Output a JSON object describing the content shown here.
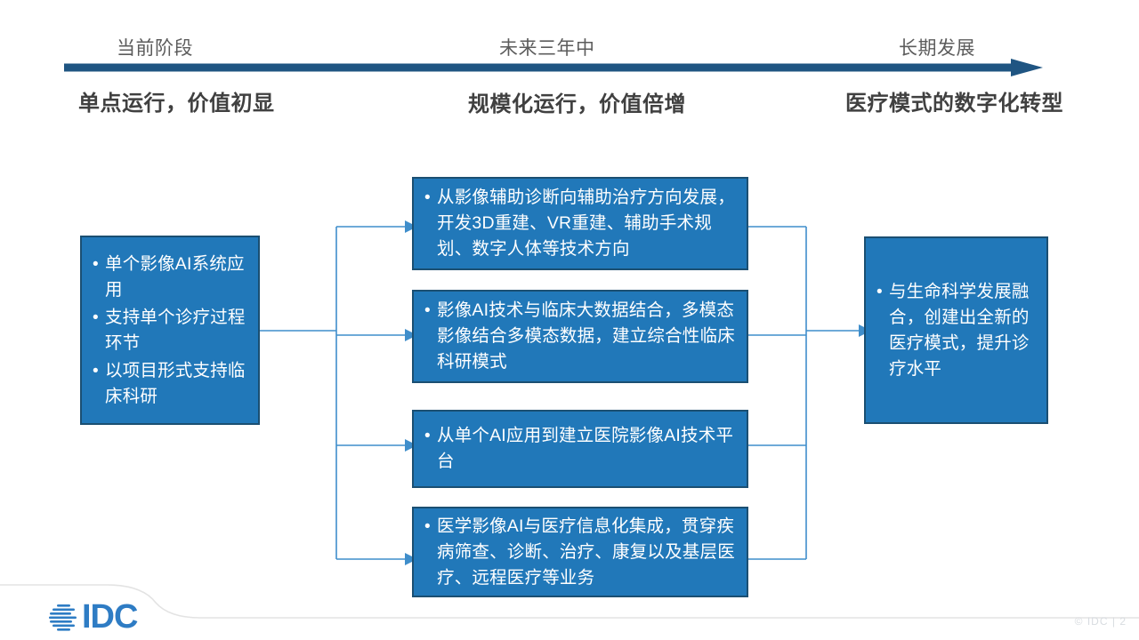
{
  "slide": {
    "page_number": "2",
    "credit": "© IDC |",
    "logo_text": "IDC"
  },
  "timeline": {
    "stages": [
      {
        "label": "当前阶段",
        "subtitle": "单点运行，价值初显"
      },
      {
        "label": "未来三年中",
        "subtitle": "规模化运行，价值倍增"
      },
      {
        "label": "长期发展",
        "subtitle": "医疗模式的数字化转型"
      }
    ],
    "arrow_color": "#1f5582",
    "label_color": "#5c5c5c",
    "subtitle_color": "#404040"
  },
  "flow": {
    "box_fill": "#2178b9",
    "box_border": "#1b4f72",
    "connector_color": "#3f8ecb",
    "left": {
      "bullets": [
        "单个影像AI系统应用",
        "支持单个诊疗过程环节",
        "以项目形式支持临床科研"
      ]
    },
    "middle": [
      {
        "bullets": [
          "从影像辅助诊断向辅助治疗方向发展，开发3D重建、VR重建、辅助手术规划、数字人体等技术方向"
        ]
      },
      {
        "bullets": [
          "影像AI技术与临床大数据结合，多模态影像结合多模态数据，建立综合性临床科研模式"
        ]
      },
      {
        "bullets": [
          "从单个AI应用到建立医院影像AI技术平台"
        ]
      },
      {
        "bullets": [
          "医学影像AI与医疗信息化集成，贯穿疾病筛查、诊断、治疗、康复以及基层医疗、远程医疗等业务"
        ]
      }
    ],
    "right": {
      "bullets": [
        "与生命科学发展融合，创建出全新的医疗模式，提升诊疗水平"
      ]
    },
    "bullet_glyph": "•"
  }
}
